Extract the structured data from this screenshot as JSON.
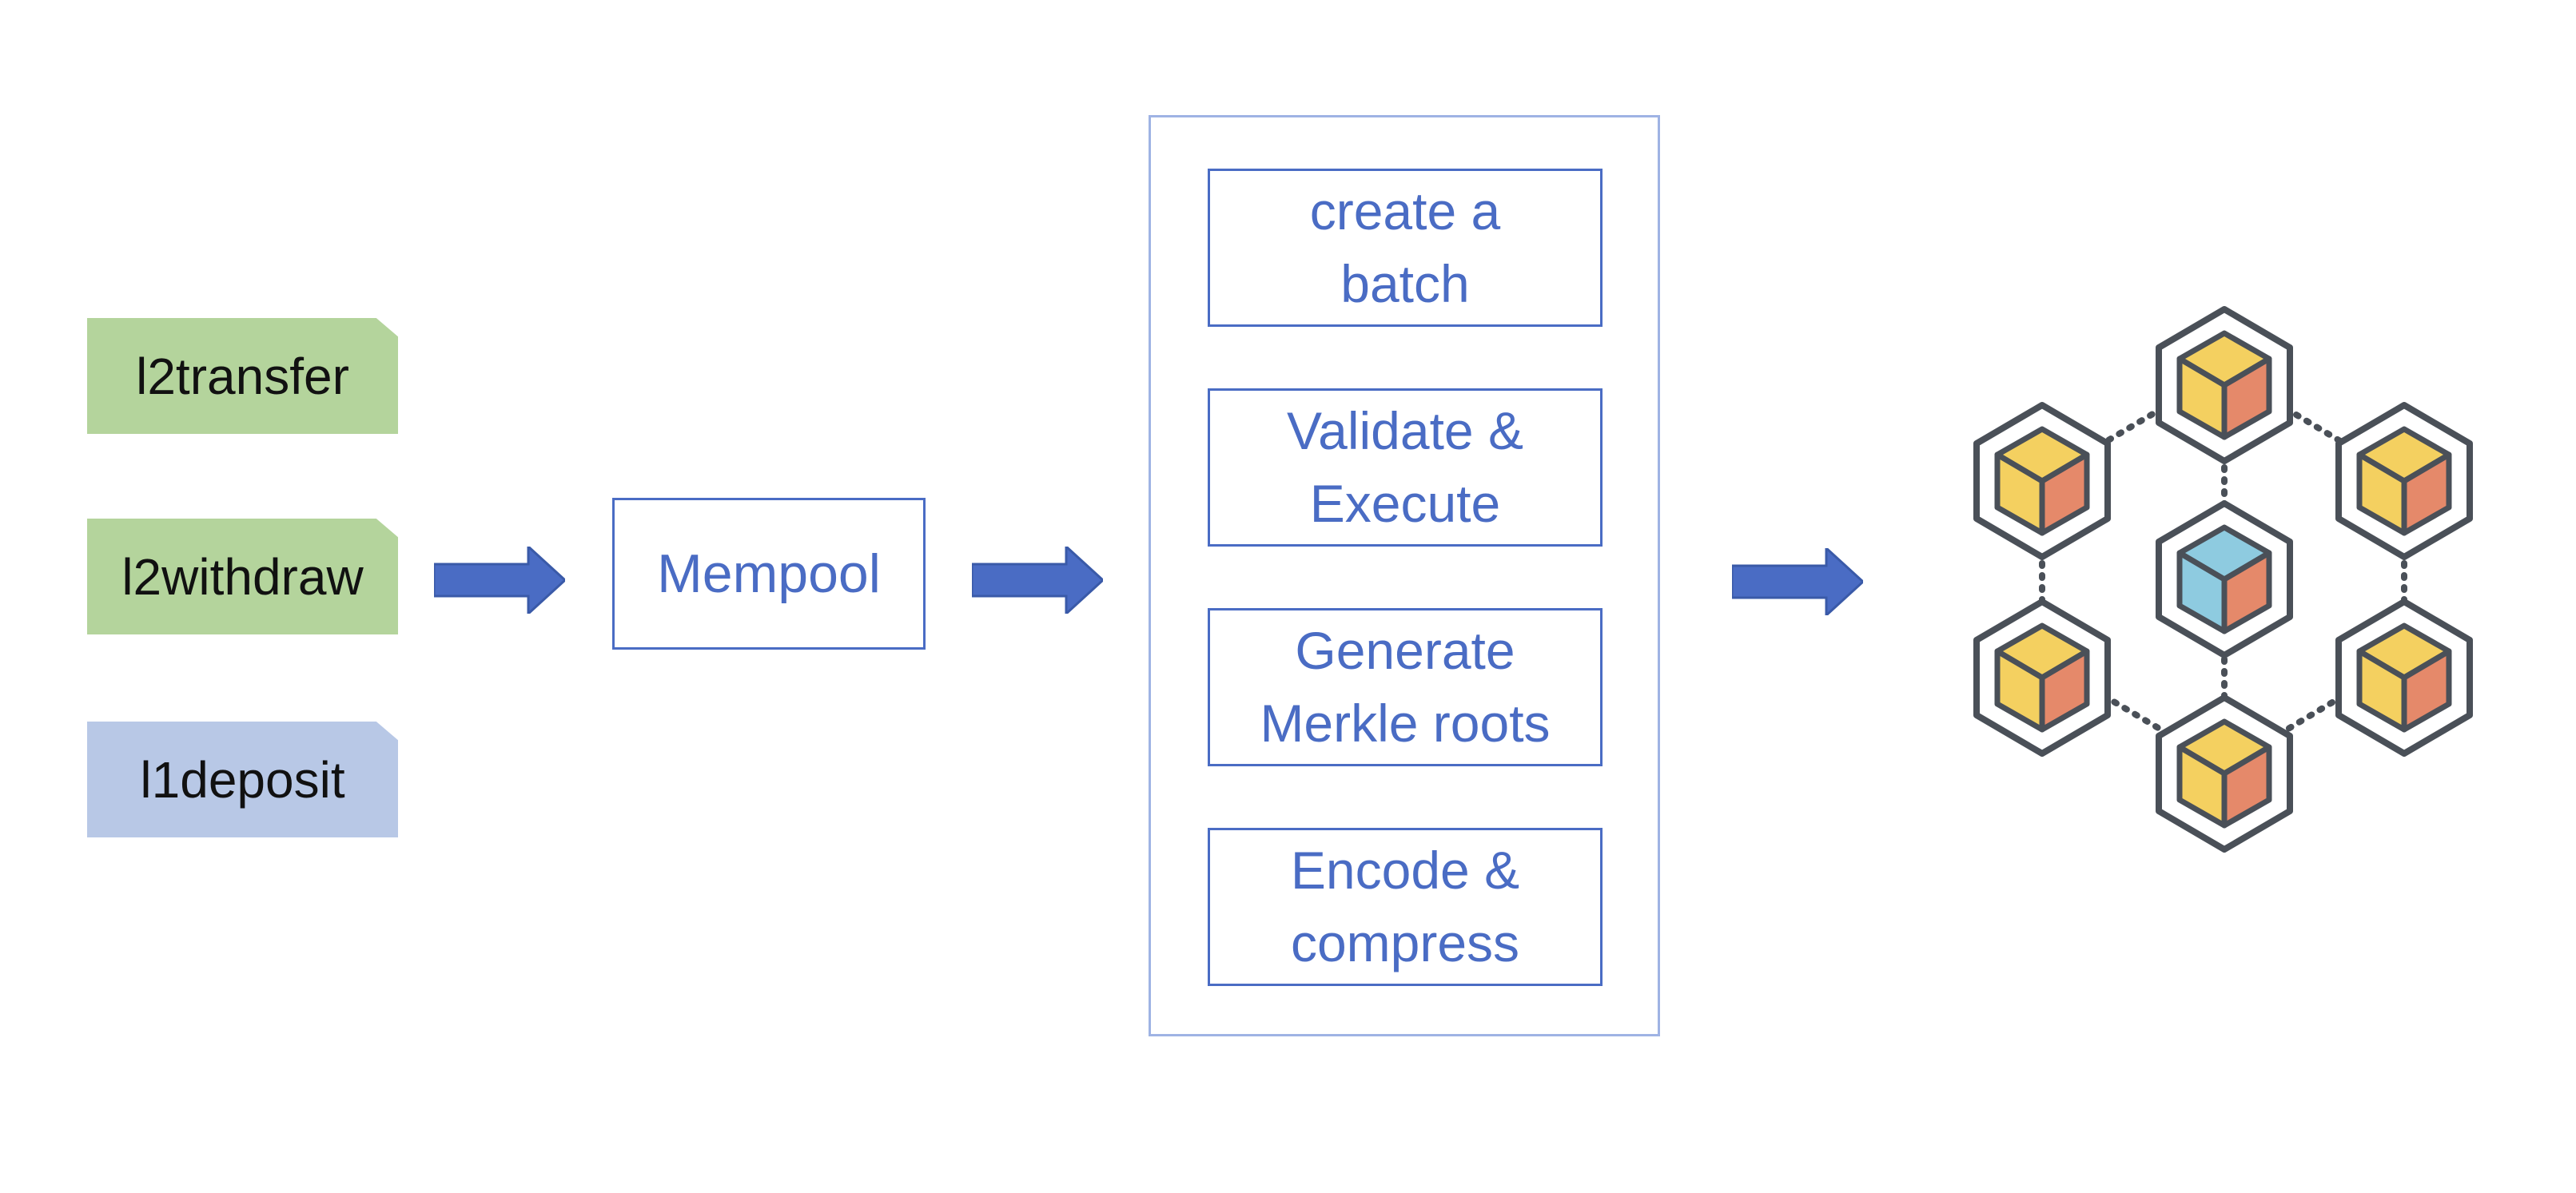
{
  "diagram": {
    "transactions": [
      {
        "label": "l2transfer",
        "color": "#b4d49c"
      },
      {
        "label": "l2withdraw",
        "color": "#b4d49c"
      },
      {
        "label": "l1deposit",
        "color": "#b8c8e6"
      }
    ],
    "mempool_label": "Mempool",
    "steps": [
      "create a\nbatch",
      "Validate &\nExecute",
      "Generate\nMerkle roots",
      "Encode &\ncompress"
    ],
    "network_icon": "blockchain-network-icon",
    "arrow_icon": "right-arrow-icon",
    "colors": {
      "accent": "#4a6cc4",
      "process_border": "#9fb3e4",
      "block_yellow": "#f4d060",
      "block_orange": "#e5896a",
      "block_blue": "#8ecbe0",
      "block_outline": "#4a5058"
    }
  }
}
